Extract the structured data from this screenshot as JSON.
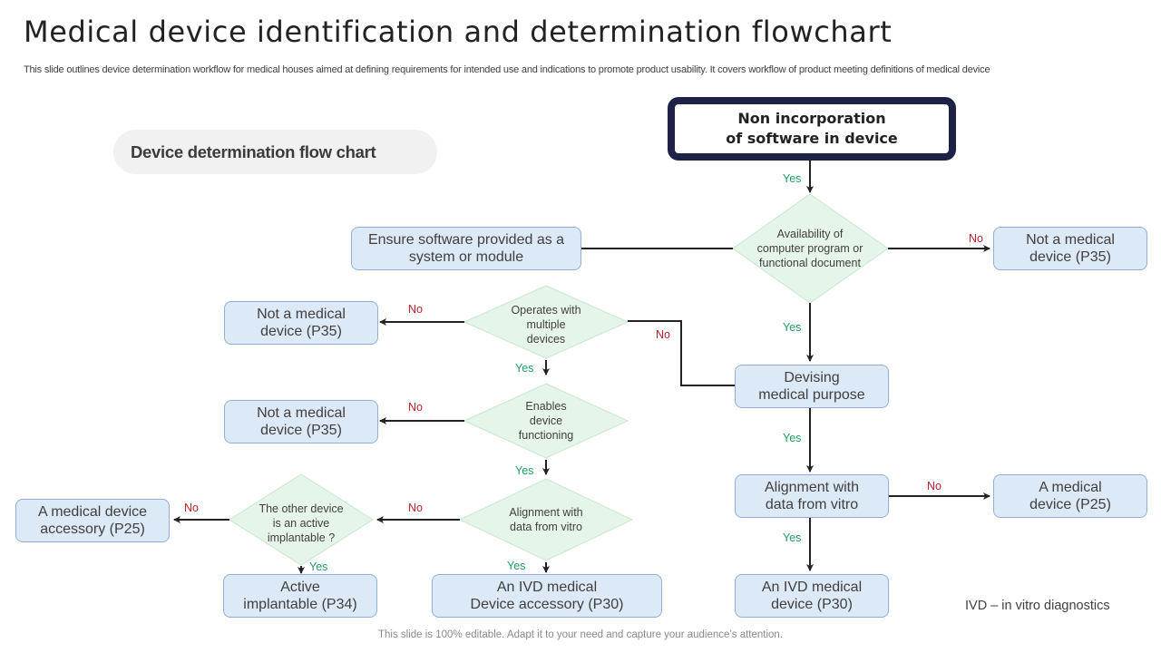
{
  "header": {
    "title": "Medical device identification and determination flowchart",
    "subtitle": "This slide outlines device determination workflow for medical houses aimed at defining requirements for intended use and indications to promote product usability. It covers workflow of product meeting definitions of medical device"
  },
  "section_label": "Device determination flow chart",
  "start_node": "Non incorporation\nof software in device",
  "decisions": {
    "availability": "Availability of\ncomputer program or\nfunctional document",
    "operates": "Operates with\nmultiple\ndevices",
    "enables": "Enables\ndevice\nfunctioning",
    "alignment_left": "Alignment with\ndata from vitro",
    "active_implantable": "The other device\nis an active\nimplantable ?"
  },
  "boxes": {
    "ensure_software": "Ensure software provided as a\nsystem or module",
    "not_medical_right": "Not a medical\ndevice (P35)",
    "not_medical_1": "Not a medical\ndevice (P35)",
    "not_medical_2": "Not a medical\ndevice (P35)",
    "devising": "Devising\nmedical purpose",
    "alignment_right": "Alignment with\ndata from vitro",
    "medical_device_p25": "A medical\ndevice (P25)",
    "ivd_device_p30": "An IVD medical\ndevice (P30)",
    "accessory_p25": "A medical device\naccessory (P25)",
    "active_implantable_p34": "Active\nimplantable (P34)",
    "ivd_accessory_p30": "An IVD medical\nDevice accessory (P30)"
  },
  "edge_labels": {
    "yes": "Yes",
    "no": "No"
  },
  "note": "IVD – in vitro diagnostics",
  "footer": "This slide is 100% editable. Adapt it to your need and capture your audience’s attention.",
  "colors": {
    "box_fill": "#dce9f7",
    "box_border": "#8fb0d4",
    "diamond_fill": "#e6f5ea",
    "start_border": "#1f2247",
    "yes": "#1e9e62",
    "no": "#c0202a"
  }
}
